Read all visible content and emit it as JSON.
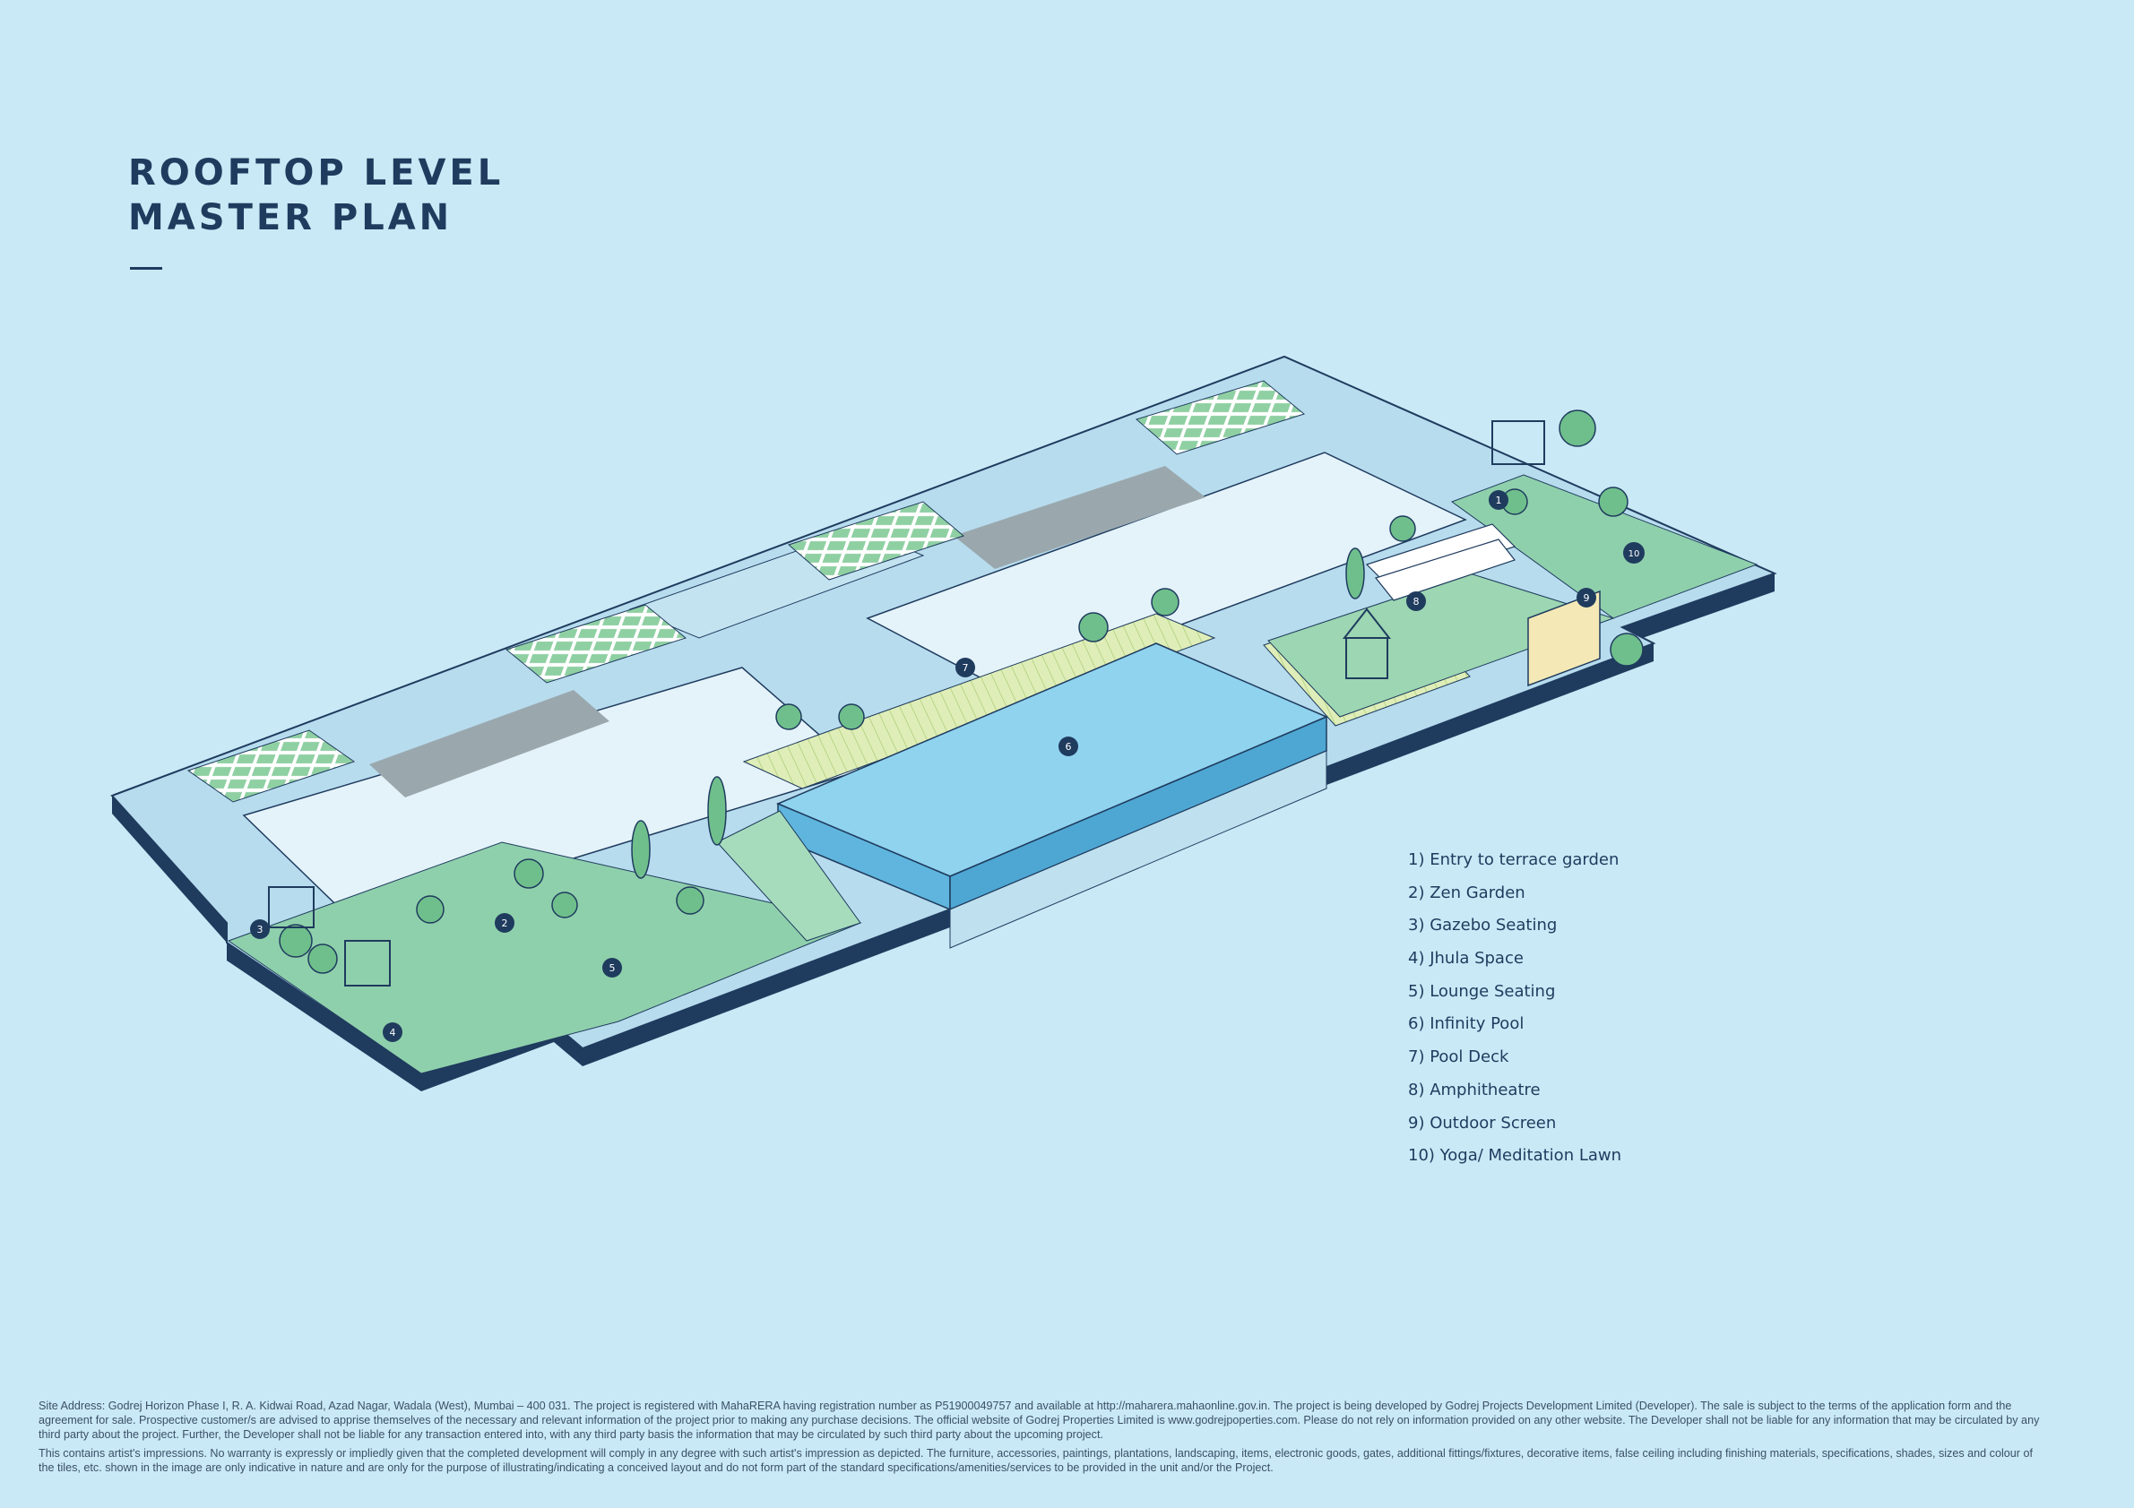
{
  "title": {
    "line1": "ROOFTOP LEVEL",
    "line2": "MASTER PLAN"
  },
  "markers": [
    "1",
    "2",
    "3",
    "4",
    "5",
    "6",
    "7",
    "8",
    "9",
    "10"
  ],
  "legend": [
    "1) Entry to terrace garden",
    "2) Zen Garden",
    "3) Gazebo Seating",
    "4) Jhula Space",
    "5) Lounge Seating",
    "6) Infinity Pool",
    "7) Pool Deck",
    "8) Amphitheatre",
    "9) Outdoor Screen",
    "10) Yoga/ Meditation Lawn"
  ],
  "disclaimer": {
    "site": "Site Address: Godrej Horizon Phase I, R. A. Kidwai Road, Azad Nagar, Wadala (West), Mumbai – 400 031. The project is registered with MahaRERA having registration number as P51900049757 and available at http://maharera.mahaonline.gov.in. The project is being developed by Godrej Projects Development Limited (Developer). The sale is subject to the terms of the application form and the agreement for sale. Prospective customer/s are advised to apprise themselves of the necessary and relevant information of the project prior to making any purchase decisions. The official website of Godrej Properties Limited is www.godrejpoperties.com. Please do not rely on information provided on any other website. The Developer shall not be liable for any information that may be circulated by any third party about the project. Further, the Developer shall not be liable for any transaction entered into, with any third party basis the information that may be circulated by such third party about the upcoming project.",
    "impression": "This contains artist's impressions. No warranty is expressly or impliedly given that the completed development will comply in any degree with such artist's impression as depicted. The furniture, accessories, paintings, plantations, landscaping, items, electronic goods, gates, additional fittings/fixtures, decorative items, false ceiling including finishing materials, specifications, shades, sizes and colour of the tiles, etc. shown in the image are only indicative in nature and are only for the purpose of illustrating/indicating a conceived layout and do not form part of the standard specifications/amenities/services to be provided in the unit and/or the Project."
  },
  "colors": {
    "background": "#c9e9f6",
    "deck": "#b7dcee",
    "slab_edge": "#1f3b5e",
    "garden": "#8fd0ac",
    "pool": "#7fcbeb",
    "marker": "#1f3b5e"
  }
}
